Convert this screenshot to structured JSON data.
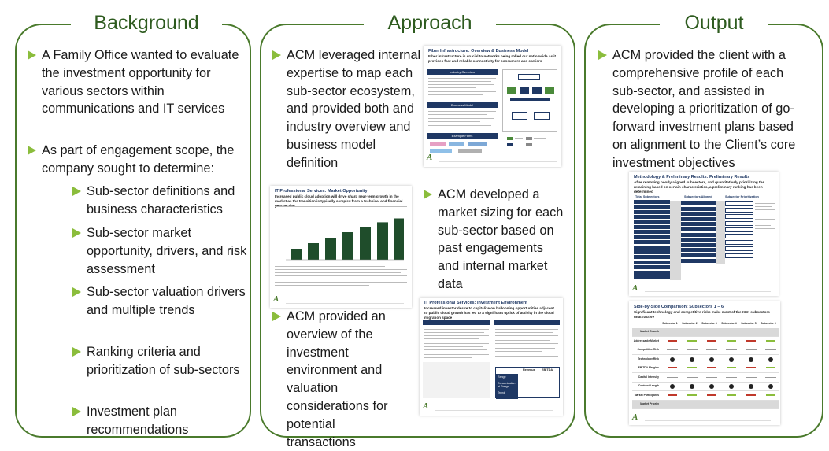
{
  "panels": {
    "background": {
      "title": "Background",
      "bullets": [
        "A Family Office wanted to evaluate the investment opportunity for various sectors within communications and IT services",
        "As part of engagement scope, the company sought to determine:"
      ],
      "sub_bullets": [
        "Sub-sector definitions and business characteristics",
        "Sub-sector market opportunity, drivers, and risk assessment",
        "Sub-sector valuation drivers and multiple trends",
        "Ranking criteria and prioritization of sub-sectors",
        "Investment plan recommendations"
      ]
    },
    "approach": {
      "title": "Approach",
      "bullets": [
        "ACM leveraged internal expertise to map each sub-sector ecosystem, and provided both and industry overview and business model definition",
        "ACM developed a market sizing for each sub-sector based on past engagements and internal market data",
        "ACM provided an overview of the investment environment and valuation considerations for potential transactions"
      ]
    },
    "output": {
      "title": "Output",
      "bullets": [
        "ACM provided the client with a comprehensive profile of each sub-sector, and assisted in developing a prioritization of go-forward investment plans based on alignment to the Client’s core investment objectives"
      ]
    }
  },
  "thumbnails": {
    "fiber": {
      "title": "Fiber Infrastructure: Overview & Business Model",
      "subtitle": "Fiber infrastructure is crucial to networks being rolled out nationwide as it provides fast and reliable connectivity for consumers and carriers",
      "sections": [
        "Industry Overview",
        "Business Model",
        "Example Firms"
      ]
    },
    "it_market": {
      "title": "IT Professional Services: Market Opportunity",
      "subtitle": "Increased public cloud adoption will drive sharp near-term growth in the market as the transition is typically complex from a technical and financial perspective",
      "bar_values": [
        2,
        3,
        4,
        5,
        6,
        6.8,
        7.5
      ]
    },
    "it_invest": {
      "title": "IT Professional Services: Investment Environment",
      "subtitle": "Increased investor desire to capitalize on ballooning opportunities adjacent to public cloud growth has led to a significant uptick of activity in the cloud migration space",
      "table_headers": [
        "Revenue",
        "EBITDA"
      ],
      "table_rows": [
        "Range",
        "Concentration at Range",
        "Trend"
      ]
    },
    "methodology": {
      "title": "Methodology & Preliminary Results: Preliminary Results",
      "subtitle": "After removing poorly aligned subsectors, and quantitatively prioritizing the remaining based on certain characteristics, a preliminary ranking has been determined",
      "columns": [
        "Total Subsectors",
        "Subsectors Aligned",
        "Subsector Prioritization"
      ]
    },
    "comparison": {
      "title": "Side-by-Side Comparison: Subsectors 1 – 6",
      "subtitle": "Significant technology and competitive risks make most of the XXX subsectors unattractive",
      "columns": [
        "Subsector 1",
        "Subsector 2",
        "Subsector 3",
        "Subsector 4",
        "Subsector 5",
        "Subsector 6"
      ],
      "rows": [
        "Market Growth",
        "Addressable Market",
        "Competitive Risk",
        "Technology Risk",
        "EBITDA Margins",
        "Capital Intensity",
        "Contract Length",
        "Market Participants",
        "Market Priority"
      ]
    }
  },
  "colors": {
    "border": "#4a7a2c",
    "heading": "#2e5b1f",
    "bullet": "#8bbd3c",
    "navy": "#1f3864",
    "bar": "#1f4d2b"
  }
}
